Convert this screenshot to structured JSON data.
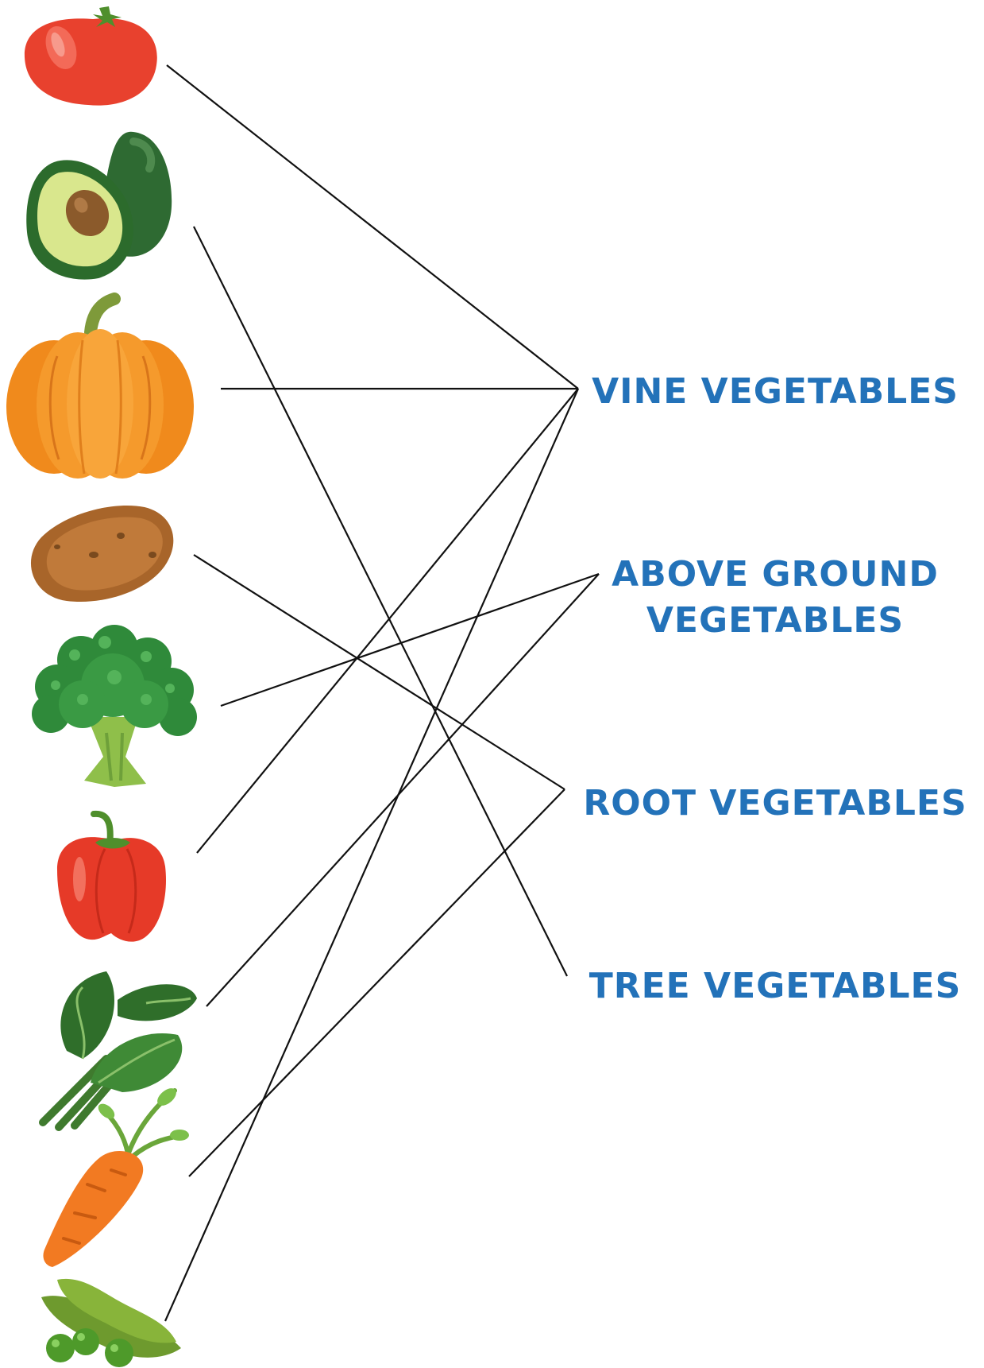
{
  "vegetables": [
    {
      "icon": "tomato-icon"
    },
    {
      "icon": "avocado-icon"
    },
    {
      "icon": "pumpkin-icon"
    },
    {
      "icon": "potato-icon"
    },
    {
      "icon": "broccoli-icon"
    },
    {
      "icon": "bell-pepper-icon"
    },
    {
      "icon": "spinach-icon"
    },
    {
      "icon": "carrot-icon"
    },
    {
      "icon": "peas-icon"
    }
  ],
  "categories": [
    {
      "line1": "VINE VEGETABLES",
      "line2": ""
    },
    {
      "line1": "ABOVE GROUND",
      "line2": "VEGETABLES"
    },
    {
      "line1": "ROOT VEGETABLES",
      "line2": ""
    },
    {
      "line1": "TREE VEGETABLES",
      "line2": ""
    }
  ],
  "connections": [
    {
      "vegetable": "tomato-icon",
      "category": "VINE VEGETABLES"
    },
    {
      "vegetable": "avocado-icon",
      "category": "TREE VEGETABLES"
    },
    {
      "vegetable": "pumpkin-icon",
      "category": "VINE VEGETABLES"
    },
    {
      "vegetable": "potato-icon",
      "category": "ROOT VEGETABLES"
    },
    {
      "vegetable": "broccoli-icon",
      "category": "ABOVE GROUND VEGETABLES"
    },
    {
      "vegetable": "bell-pepper-icon",
      "category": "VINE VEGETABLES"
    },
    {
      "vegetable": "spinach-icon",
      "category": "ABOVE GROUND VEGETABLES"
    },
    {
      "vegetable": "carrot-icon",
      "category": "ROOT VEGETABLES"
    },
    {
      "vegetable": "peas-icon",
      "category": "VINE VEGETABLES"
    }
  ],
  "colors": {
    "label": "#2372b9",
    "line": "#111111"
  }
}
